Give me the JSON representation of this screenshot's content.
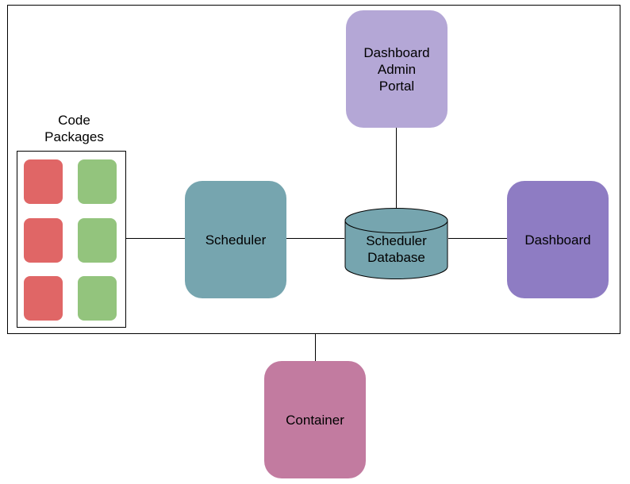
{
  "diagram": {
    "code_packages": {
      "label": "Code\nPackages",
      "failed_color": "#e06666",
      "passed_color": "#93c47d",
      "count_per_column": 3
    },
    "nodes": {
      "scheduler": {
        "label": "Scheduler",
        "color": "#76a5af"
      },
      "database": {
        "label": "Scheduler\nDatabase",
        "color": "#76a5af"
      },
      "admin_portal": {
        "label": "Dashboard\nAdmin\nPortal",
        "color": "#b4a7d6"
      },
      "dashboard": {
        "label": "Dashboard",
        "color": "#8e7cc3"
      },
      "container": {
        "label": "Container",
        "color": "#c27ba0"
      }
    }
  }
}
